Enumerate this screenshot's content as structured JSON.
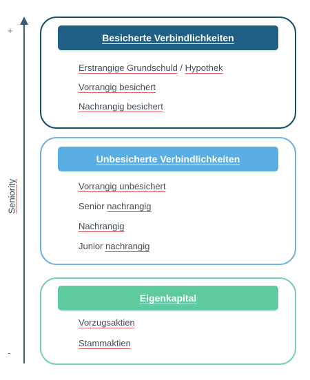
{
  "axis": {
    "label": "Seniority",
    "top": "+",
    "bottom": "-"
  },
  "groups": [
    {
      "title": "Besicherte Verbindlichkeiten",
      "color": "#1f5f83",
      "items": [
        [
          "Erstrangige Grundschuld",
          " / ",
          "Hypothek"
        ],
        [
          "Vorrangig besichert"
        ],
        [
          "Nachrangig besichert"
        ]
      ]
    },
    {
      "title": "Unbesicherte Verbindlichkeiten",
      "color": "#5aaee3",
      "items": [
        [
          "Vorrangig unbesichert"
        ],
        [
          "Senior ",
          "nachrangig"
        ],
        [
          "Nachrangig"
        ],
        [
          "Junior ",
          "nachrangig"
        ]
      ]
    },
    {
      "title": "Eigenkapital",
      "color": "#5ecb9f",
      "items": [
        [
          "Vorzugsaktien"
        ],
        [
          "Stammaktien"
        ]
      ]
    }
  ]
}
